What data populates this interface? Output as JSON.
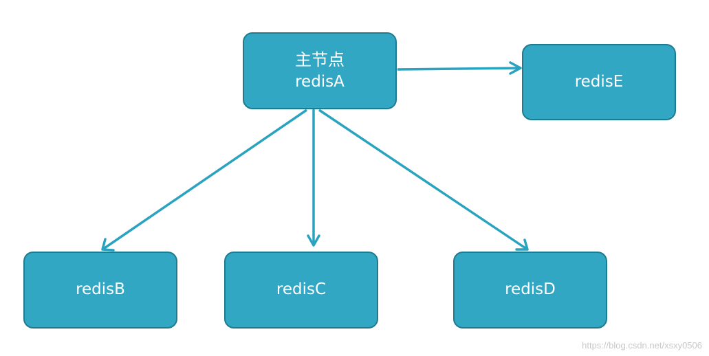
{
  "diagram": {
    "nodes": {
      "a": {
        "subtitle": "主节点",
        "label": "redisA"
      },
      "b": {
        "label": "redisB"
      },
      "c": {
        "label": "redisC"
      },
      "d": {
        "label": "redisD"
      },
      "e": {
        "label": "redisE"
      }
    },
    "edges": [
      {
        "from": "a",
        "to": "e"
      },
      {
        "from": "a",
        "to": "b"
      },
      {
        "from": "a",
        "to": "c"
      },
      {
        "from": "a",
        "to": "d"
      }
    ],
    "colors": {
      "node_fill": "#31a7c4",
      "node_border": "#1f7b8f",
      "arrow": "#2aa3c0",
      "text": "#ffffff"
    }
  },
  "watermark": "https://blog.csdn.net/xsxy0506"
}
